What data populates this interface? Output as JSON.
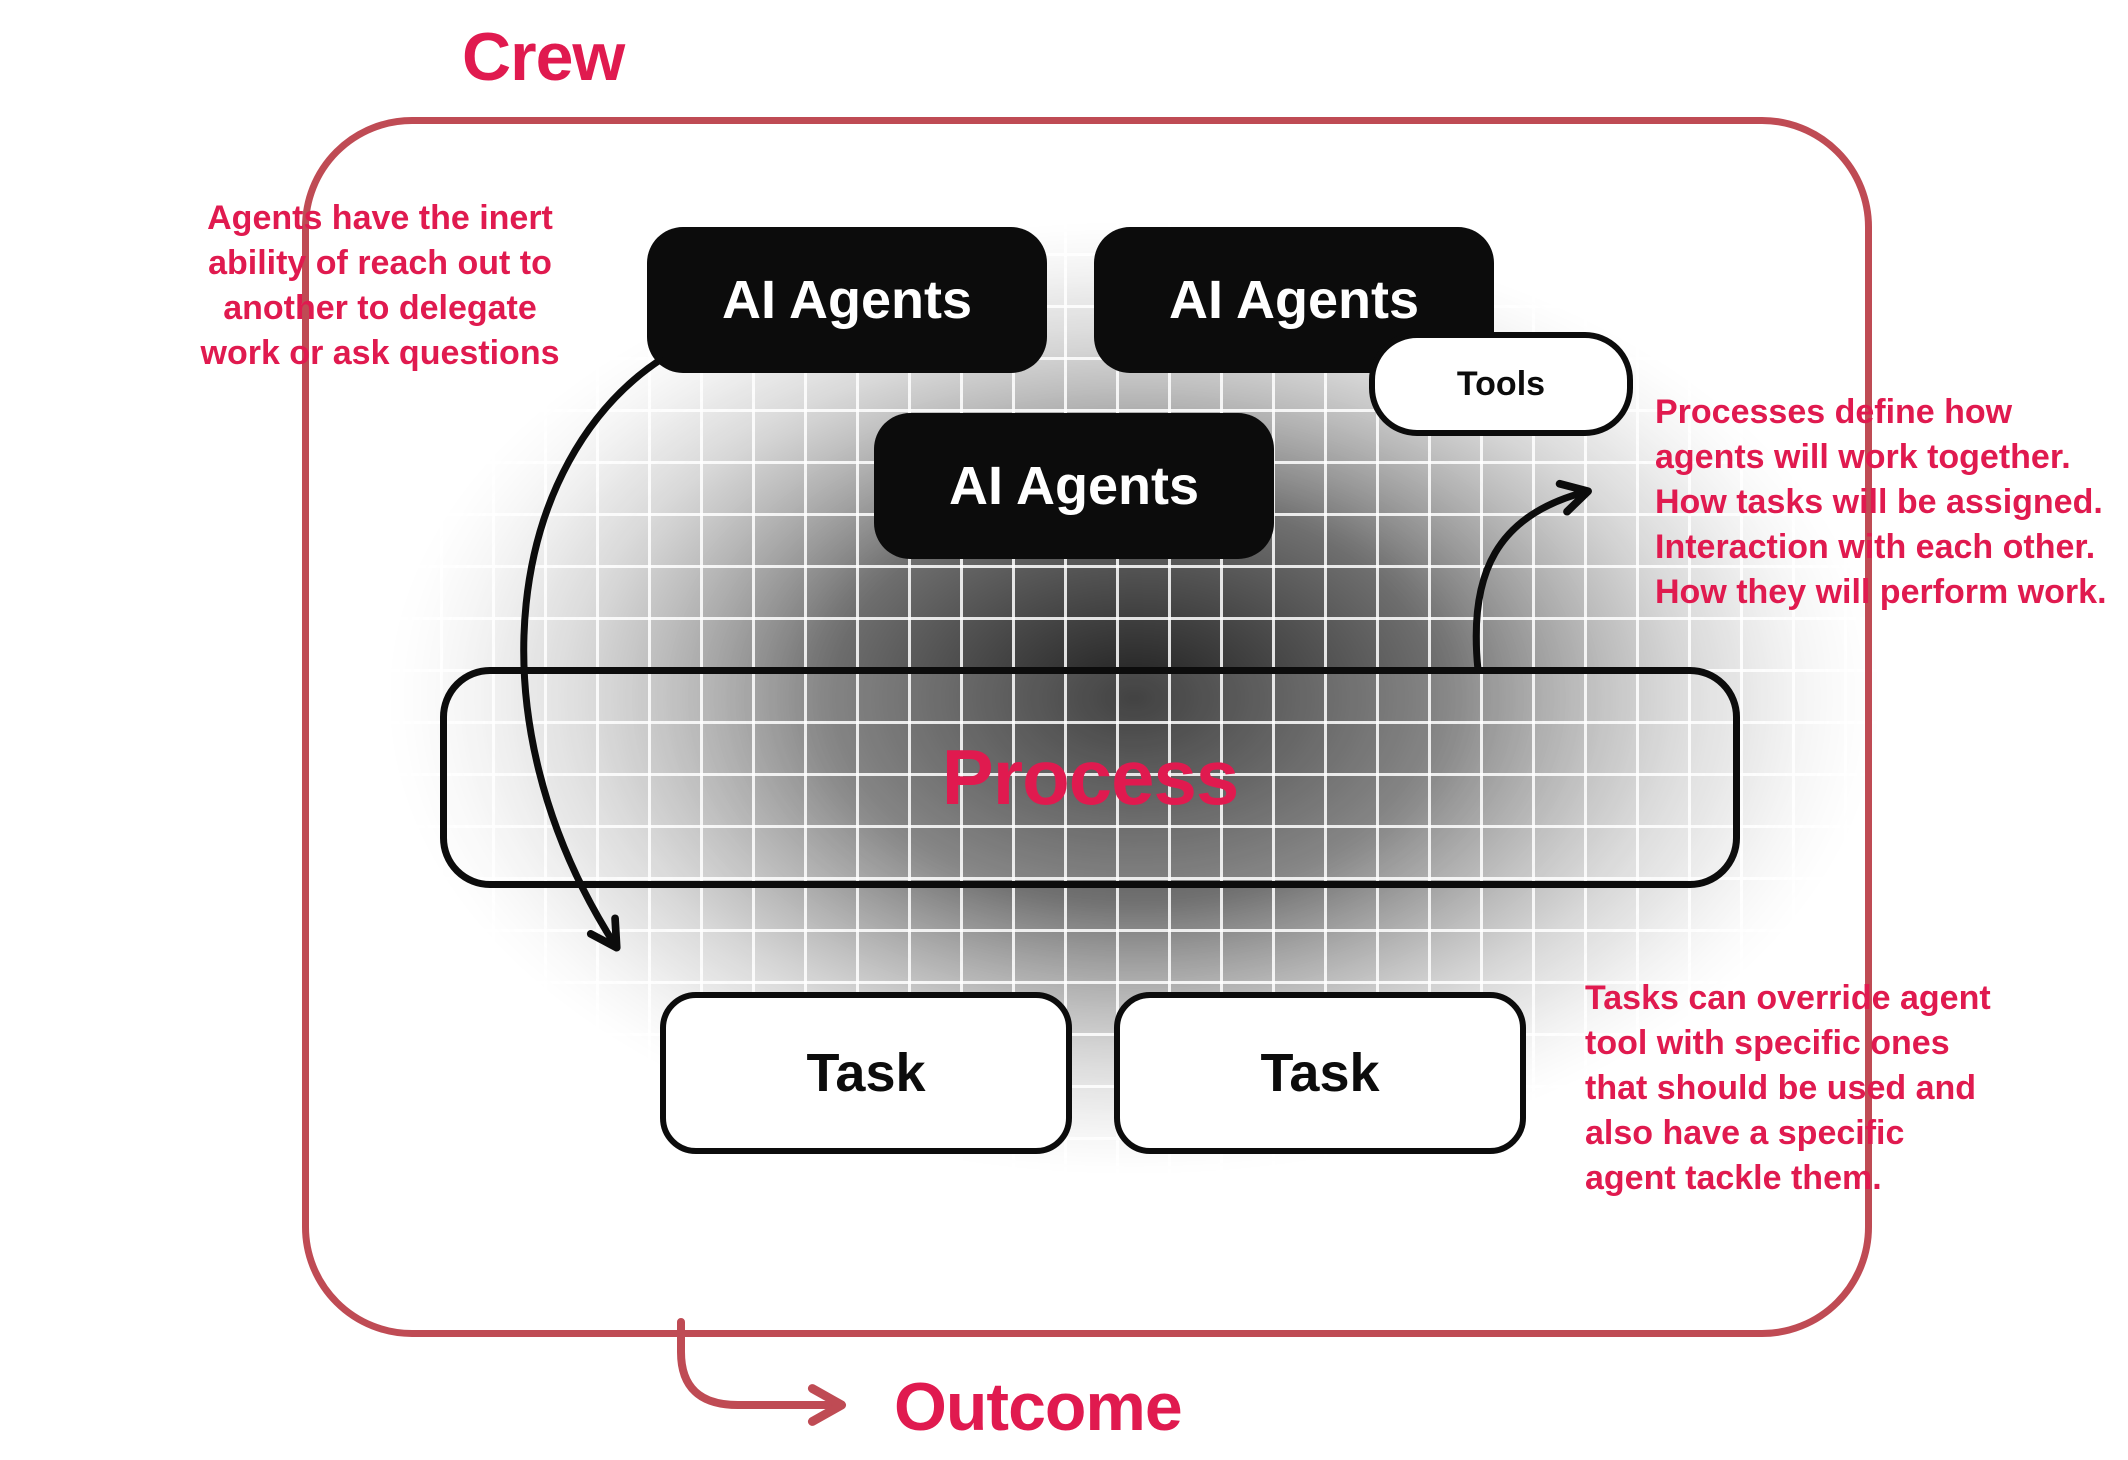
{
  "colors": {
    "accent_red": "#e01a4f",
    "frame_red": "#bf4b54",
    "node_black": "#0c0c0c",
    "node_white": "#ffffff"
  },
  "titles": {
    "crew": "Crew",
    "outcome": "Outcome"
  },
  "nodes": {
    "agents": [
      {
        "label": "AI Agents"
      },
      {
        "label": "AI Agents"
      },
      {
        "label": "AI Agents"
      }
    ],
    "tools": {
      "label": "Tools"
    },
    "process": {
      "label": "Process"
    },
    "tasks": [
      {
        "label": "Task"
      },
      {
        "label": "Task"
      }
    ]
  },
  "annotations": {
    "left": [
      "Agents have the inert",
      "ability of reach out to",
      "another to delegate",
      "work or ask questions"
    ],
    "right_top": [
      "Processes define how",
      "agents will work together.",
      "How tasks will be assigned.",
      "Interaction with each other.",
      "How they will perform work."
    ],
    "right_bottom": [
      "Tasks can override agent",
      "tool with specific ones",
      "that should be used and",
      "also have a specific",
      "agent tackle them."
    ]
  }
}
